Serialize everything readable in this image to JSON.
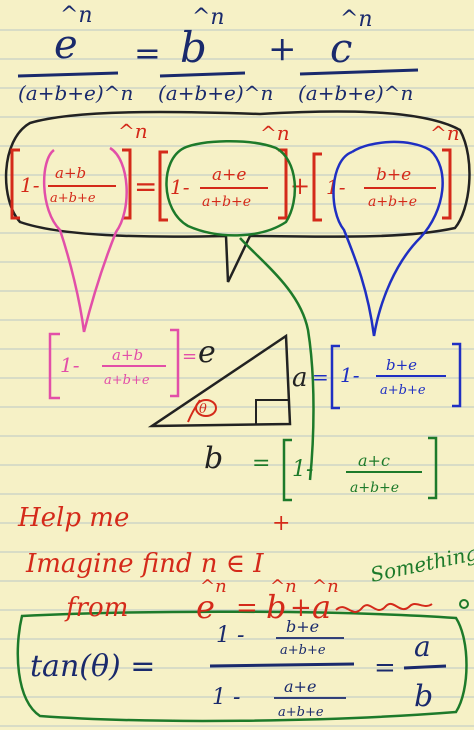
{
  "colors": {
    "paper": "#f6f1c6",
    "rule": "#b9c8c7",
    "navy": "#1a2a6c",
    "black": "#222222",
    "red": "#d42a1a",
    "pink": "#e24fa8",
    "green": "#1d7a2a",
    "blue": "#1f2fc2"
  },
  "eq1": {
    "e": "e",
    "b": "b",
    "c": "c",
    "caret": "^n",
    "equals": "=",
    "plus": "+",
    "den1": "(a+b+e)^n",
    "den2": "(a+b+e)^n",
    "den3": "(a+b+e)^n"
  },
  "eq2": {
    "one_minus": "1-",
    "t1_num": "a+b",
    "t1_den": "a+b+e",
    "t2_num": "a+e",
    "t2_den": "a+b+e",
    "t3_num": "b+e",
    "t3_den": "a+b+e",
    "caret": "^n",
    "equals": "=",
    "plus": "+"
  },
  "triangle": {
    "hyp_label": "e",
    "a_label": "a",
    "b_label": "b",
    "theta": "θ",
    "pink_expr": {
      "one_minus": "1-",
      "num": "a+b",
      "den": "a+b+e"
    },
    "a_expr": {
      "one_minus": "1-",
      "num": "b+e",
      "den": "a+b+e"
    },
    "b_expr": {
      "one_minus": "1-",
      "num": "a+c",
      "den": "a+b+e"
    },
    "equals": "="
  },
  "help": {
    "line1": "Help me",
    "line2": "Imagine find n ∈ I",
    "plus": "+",
    "line3": "from",
    "eq_e": "e",
    "eq_eq": "=",
    "eq_b": "b",
    "eq_plus": "+",
    "eq_a": "a",
    "caret": "^n"
  },
  "something": "Something?",
  "tan": {
    "lhs": "tan(θ) =",
    "num_one_minus": "1 -",
    "num_frac_num": "b+e",
    "num_frac_den": "a+b+e",
    "den_one_minus": "1 -",
    "den_frac_num": "a+e",
    "den_frac_den": "a+b+e",
    "equals": "=",
    "rhs_num": "a",
    "rhs_den": "b"
  }
}
